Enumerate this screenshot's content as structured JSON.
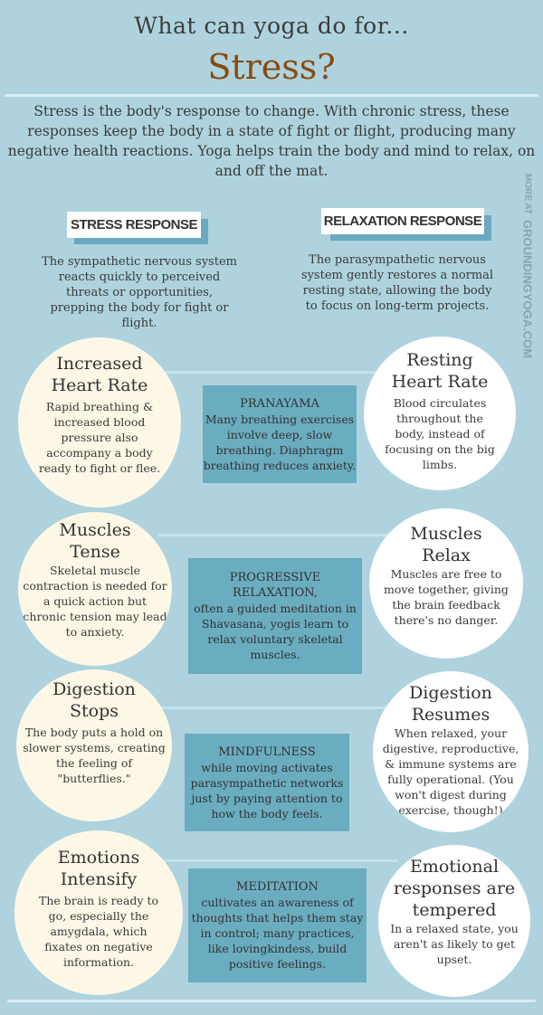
{
  "header": {
    "title_top": "What can yoga do for...",
    "title_main": "Stress?",
    "intro": "Stress is the body's response to change. With chronic stress, these responses keep the body in a state of fight or flight, producing many negative health reactions. Yoga helps train the body and mind to relax, on and off the mat."
  },
  "side_note": {
    "prefix": "MORE AT",
    "site": "GROUNDINGYOGA.COM"
  },
  "responses": {
    "stress": {
      "label": "STRESS RESPONSE",
      "text": "The sympathetic nervous system reacts quickly to perceived threats or opportunities, prepping the body for fight or flight."
    },
    "relaxation": {
      "label": "RELAXATION RESPONSE",
      "text": "The parasympathetic nervous system gently restores a normal resting state, allowing the body to focus on long-term projects."
    }
  },
  "rows": [
    {
      "stress": {
        "title": "Increased Heart Rate",
        "body": "Rapid breathing & increased blood pressure also accompany a body ready to fight or flee."
      },
      "practice": {
        "title": "PRANAYAMA",
        "body": "Many breathing exercises involve deep, slow breathing. Diaphragm breathing reduces anxiety."
      },
      "relax": {
        "title": "Resting Heart Rate",
        "body": "Blood circulates throughout the body, instead of focusing on the big limbs."
      }
    },
    {
      "stress": {
        "title": "Muscles Tense",
        "body": "Skeletal muscle contraction is needed for a quick action but chronic tension may lead to anxiety."
      },
      "practice": {
        "title": "PROGRESSIVE RELAXATION,",
        "body": "often a guided meditation in Shavasana, yogis learn to relax voluntary skeletal muscles."
      },
      "relax": {
        "title": "Muscles Relax",
        "body": "Muscles are free to move together, giving the brain feedback there's no danger."
      }
    },
    {
      "stress": {
        "title": "Digestion Stops",
        "body": "The body puts a hold on slower systems, creating the feeling of \"butterflies.\""
      },
      "practice": {
        "title": "MINDFULNESS",
        "body": "while moving activates parasympathetic networks just by paying attention to how the body feels."
      },
      "relax": {
        "title": "Digestion Resumes",
        "body": "When relaxed, your digestive, reproductive, & immune systems are fully operational. (You won't digest during exercise, though!)"
      }
    },
    {
      "stress": {
        "title": "Emotions Intensify",
        "body": "The brain is ready to go, especially the amygdala, which fixates on negative information."
      },
      "practice": {
        "title": "MEDITATION",
        "body": "cultivates an awareness of thoughts that helps them stay in control; many practices, like lovingkindess, build positive feelings."
      },
      "relax": {
        "title": "Emotional responses are tempered",
        "body": "In a relaxed state, you aren't as likely to get upset."
      }
    }
  ],
  "colors": {
    "background": "#aed3de",
    "title_accent": "#8a4a10",
    "stress_circle": "#fdf8e6",
    "relax_circle": "#ffffff",
    "practice_box": "#6aacc0"
  }
}
